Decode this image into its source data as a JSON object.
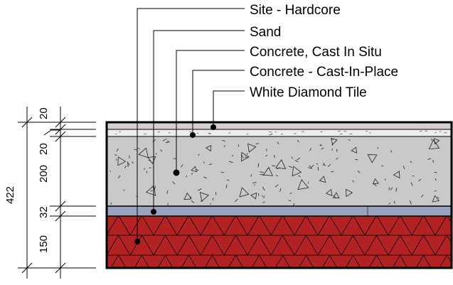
{
  "callouts": [
    {
      "id": "site-hardcore",
      "label": "Site - Hardcore"
    },
    {
      "id": "sand",
      "label": "Sand"
    },
    {
      "id": "concrete-cast-in-situ",
      "label": "Concrete, Cast In Situ"
    },
    {
      "id": "concrete-cast-in-place",
      "label": "Concrete - Cast-In-Place"
    },
    {
      "id": "white-diamond-tile",
      "label": "White Diamond Tile"
    }
  ],
  "layer_thickness": [
    {
      "id": "tile",
      "value": 20,
      "label": "20"
    },
    {
      "id": "screed",
      "value": 20,
      "label": "20"
    },
    {
      "id": "concrete",
      "value": 200,
      "label": "200"
    },
    {
      "id": "sand",
      "value": 32,
      "label": "32"
    },
    {
      "id": "hardcore",
      "value": 150,
      "label": "150"
    }
  ],
  "overall_thickness": {
    "value": 422,
    "label": "422"
  },
  "colors": {
    "tile": "#d6cfcf",
    "screed": "#ececec",
    "concrete": "#c9c9c9",
    "sand": "#9aa3bd",
    "hardcore": "#b22222",
    "outline": "#000000"
  }
}
